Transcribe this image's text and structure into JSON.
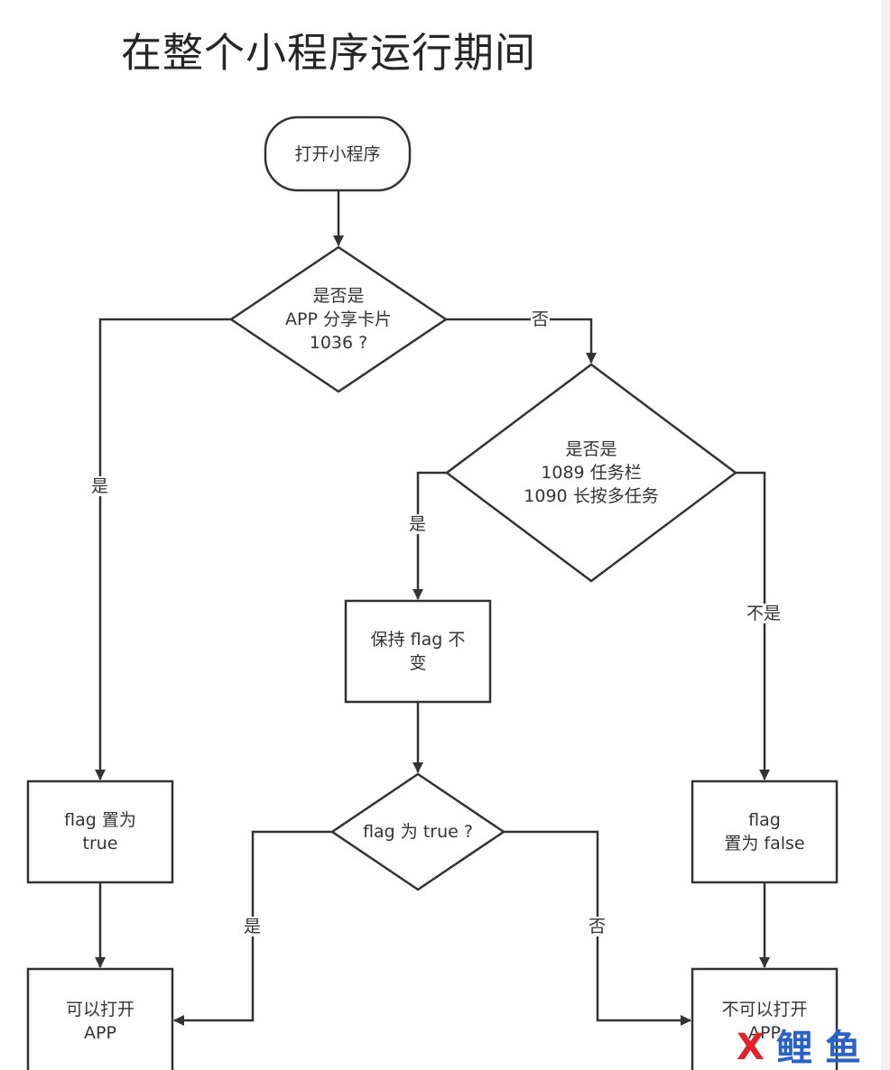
{
  "title": "在整个小程序运行期间",
  "nodes": {
    "start": "打开小程序",
    "decision_share_card": "是否是\nAPP 分享卡片\n1036 ?",
    "decision_taskbar": "是否是\n1089 任务栏\n1090 长按多任务",
    "keep_flag": "保持 flag 不\n变",
    "decision_flag_true": "flag 为 true ?",
    "set_flag_true": "flag 置为\ntrue",
    "set_flag_false": "flag\n置为 false",
    "can_open_app": "可以打开\nAPP",
    "cannot_open_app": "不可以打开\nAPP"
  },
  "edge_labels": {
    "share_card_no": "否",
    "share_card_yes": "是",
    "taskbar_yes": "是",
    "taskbar_not": "不是",
    "flag_yes": "是",
    "flag_no": "否"
  },
  "watermark": "X 鲤 鱼",
  "colors": {
    "stroke": "#333333",
    "watermark_red": "#e0242a",
    "watermark_blue": "#2a63c8"
  }
}
